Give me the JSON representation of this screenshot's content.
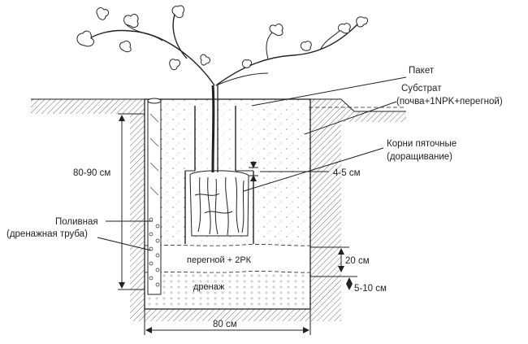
{
  "labels": {
    "package": "Пакет",
    "substrate_line1": "Субстрат",
    "substrate_line2": "(почва+1NPK+перегной)",
    "roots_line1": "Корни пяточные",
    "roots_line2": "(доращивание)",
    "gap": "4-5 см",
    "depth": "80-90 см",
    "pipe_line1": "Поливная",
    "pipe_line2": "(дренажная труба)",
    "humus_layer": "перегной + 2РК",
    "humus_thickness": "20 см",
    "drainage_layer": "дренаж",
    "drainage_thickness": "5-10 см",
    "width": "80 см"
  }
}
